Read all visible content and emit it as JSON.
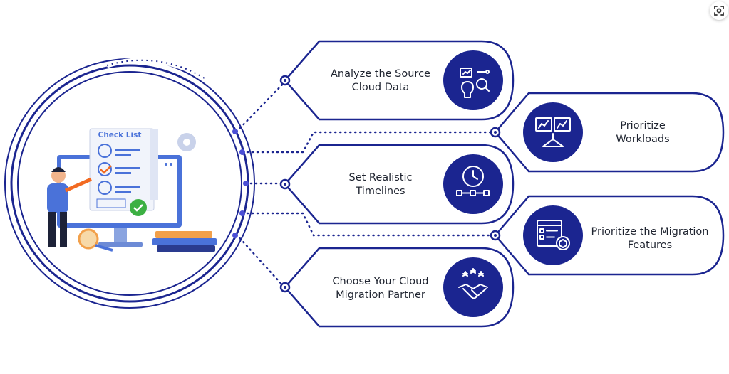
{
  "illustration": {
    "checklist_title": "Check List"
  },
  "steps": [
    {
      "id": "analyze",
      "line1": "Analyze the Source",
      "line2": "Cloud Data",
      "icon": "data-analysis-icon"
    },
    {
      "id": "workloads",
      "line1": "Prioritize",
      "line2": "Workloads",
      "icon": "monitor-dashboard-icon"
    },
    {
      "id": "timelines",
      "line1": "Set Realistic",
      "line2": "Timelines",
      "icon": "clock-timeline-icon"
    },
    {
      "id": "features",
      "line1": "Prioritize the Migration",
      "line2": "Features",
      "icon": "checklist-box-icon"
    },
    {
      "id": "partner",
      "line1": "Choose Your Cloud",
      "line2": "Migration Partner",
      "icon": "handshake-stars-icon"
    }
  ],
  "colors": {
    "navy": "#1b2590",
    "ring": "#2d2f9a",
    "text": "#1f2430",
    "accent_orange": "#f26a21",
    "accent_green": "#3cb043"
  }
}
